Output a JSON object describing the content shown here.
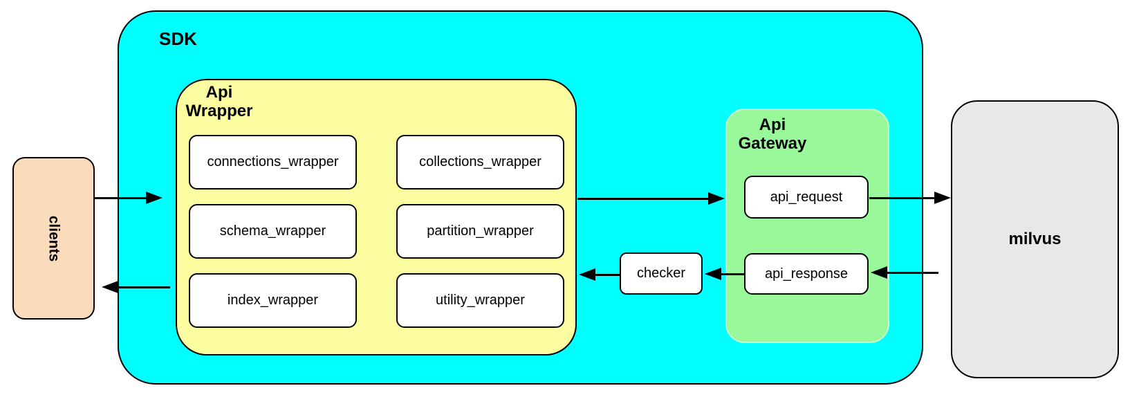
{
  "diagram": {
    "clients": {
      "label": "clients",
      "fill": "#FADCBC"
    },
    "sdk": {
      "label": "SDK",
      "fill": "#00FFFF",
      "api_wrapper": {
        "label_line1": "Api",
        "label_line2": "Wrapper",
        "fill": "#FCFCA0",
        "modules": [
          {
            "label": "connections_wrapper"
          },
          {
            "label": "collections_wrapper"
          },
          {
            "label": "schema_wrapper"
          },
          {
            "label": "partition_wrapper"
          },
          {
            "label": "index_wrapper"
          },
          {
            "label": "utility_wrapper"
          }
        ]
      },
      "checker": {
        "label": "checker"
      },
      "api_gateway": {
        "label_line1": "Api",
        "label_line2": "Gateway",
        "fill": "#99F899",
        "nodes": [
          {
            "label": "api_request"
          },
          {
            "label": "api_response"
          }
        ]
      }
    },
    "milvus": {
      "label": "milvus",
      "fill": "#E8E8E8"
    },
    "arrow_color": "#000000",
    "arrows": [
      {
        "name": "clients-to-sdk",
        "direction": "right"
      },
      {
        "name": "api-wrapper-to-clients",
        "direction": "left"
      },
      {
        "name": "api-wrapper-to-api-gateway",
        "direction": "right"
      },
      {
        "name": "api-request-to-milvus",
        "direction": "right"
      },
      {
        "name": "milvus-to-api-response",
        "direction": "left"
      },
      {
        "name": "api-response-to-checker",
        "direction": "left"
      },
      {
        "name": "checker-to-api-wrapper",
        "direction": "left"
      }
    ]
  }
}
